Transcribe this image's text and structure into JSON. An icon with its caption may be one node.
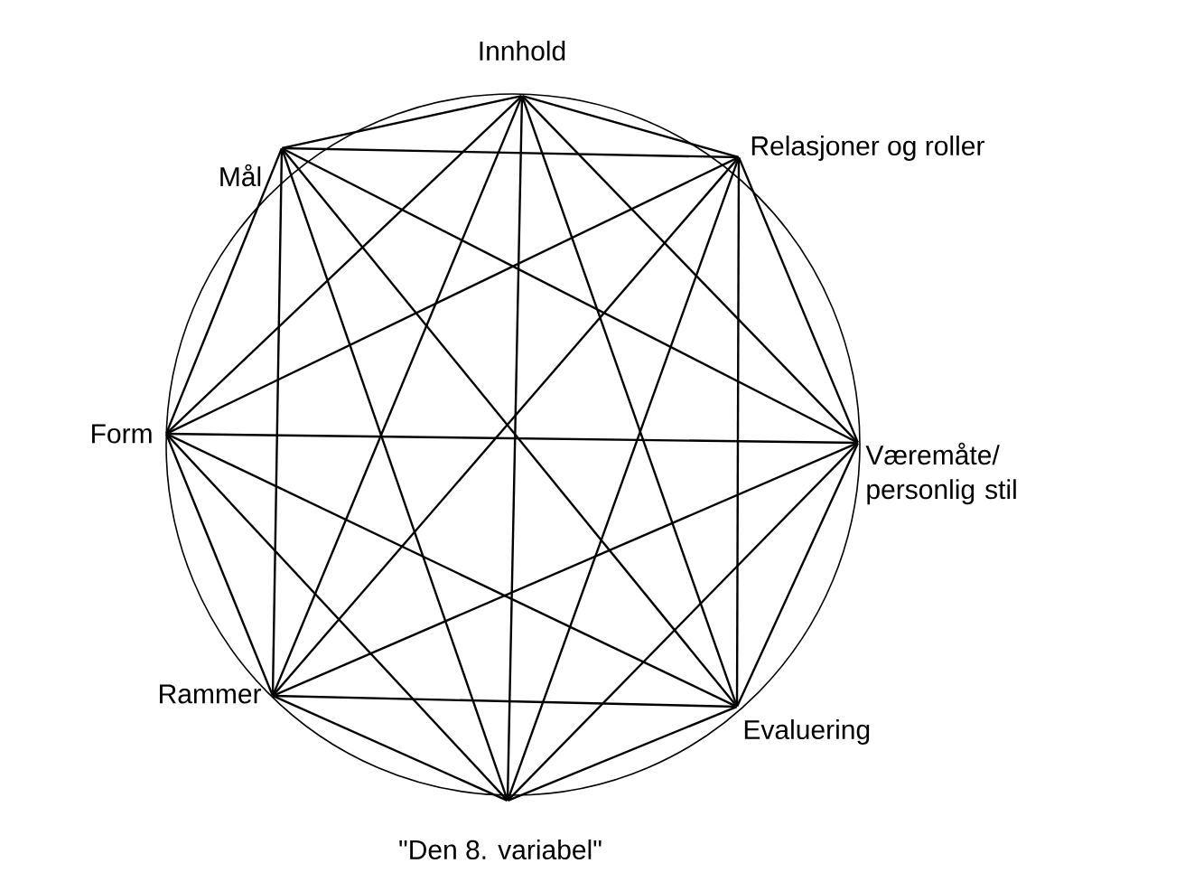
{
  "diagram": {
    "nodes": [
      {
        "text": [],
        "shape": "point",
        "beside": [
          "Innhold"
        ]
      },
      {
        "text": [],
        "shape": "point",
        "beside": [
          "Mål"
        ]
      },
      {
        "text": [],
        "shape": "point",
        "beside": [
          "Relasjoner og roller"
        ]
      },
      {
        "text": [],
        "shape": "point",
        "beside": [
          "Form"
        ]
      },
      {
        "text": [],
        "shape": "point",
        "beside": [
          "Væremåte/ personlig stil"
        ]
      },
      {
        "text": [],
        "shape": "point",
        "beside": [
          "Rammer"
        ]
      },
      {
        "text": [],
        "shape": "point",
        "beside": [
          "Evaluering"
        ]
      },
      {
        "text": [],
        "shape": "point",
        "beside": [
          "\"Den 8. variabel\""
        ]
      }
    ],
    "edges": [
      {
        "from": 0,
        "to": 1,
        "arrow": "none"
      },
      {
        "from": 0,
        "to": 2,
        "arrow": "none"
      },
      {
        "from": 0,
        "to": 3,
        "arrow": "none"
      },
      {
        "from": 0,
        "to": 4,
        "arrow": "none"
      },
      {
        "from": 0,
        "to": 5,
        "arrow": "none"
      },
      {
        "from": 0,
        "to": 6,
        "arrow": "none"
      },
      {
        "from": 0,
        "to": 7,
        "arrow": "none"
      },
      {
        "from": 1,
        "to": 2,
        "arrow": "none"
      },
      {
        "from": 1,
        "to": 3,
        "arrow": "none"
      },
      {
        "from": 1,
        "to": 4,
        "arrow": "none"
      },
      {
        "from": 1,
        "to": 5,
        "arrow": "none"
      },
      {
        "from": 1,
        "to": 6,
        "arrow": "none"
      },
      {
        "from": 1,
        "to": 7,
        "arrow": "none"
      },
      {
        "from": 2,
        "to": 3,
        "arrow": "none"
      },
      {
        "from": 2,
        "to": 4,
        "arrow": "none"
      },
      {
        "from": 2,
        "to": 5,
        "arrow": "none"
      },
      {
        "from": 2,
        "to": 6,
        "arrow": "none"
      },
      {
        "from": 2,
        "to": 7,
        "arrow": "none"
      },
      {
        "from": 3,
        "to": 4,
        "arrow": "none"
      },
      {
        "from": 3,
        "to": 5,
        "arrow": "none"
      },
      {
        "from": 3,
        "to": 6,
        "arrow": "none"
      },
      {
        "from": 3,
        "to": 7,
        "arrow": "none"
      },
      {
        "from": 4,
        "to": 5,
        "arrow": "none"
      },
      {
        "from": 4,
        "to": 6,
        "arrow": "none"
      },
      {
        "from": 4,
        "to": 7,
        "arrow": "none"
      },
      {
        "from": 5,
        "to": 6,
        "arrow": "none"
      },
      {
        "from": 5,
        "to": 7,
        "arrow": "none"
      },
      {
        "from": 6,
        "to": 7,
        "arrow": "none"
      }
    ]
  }
}
